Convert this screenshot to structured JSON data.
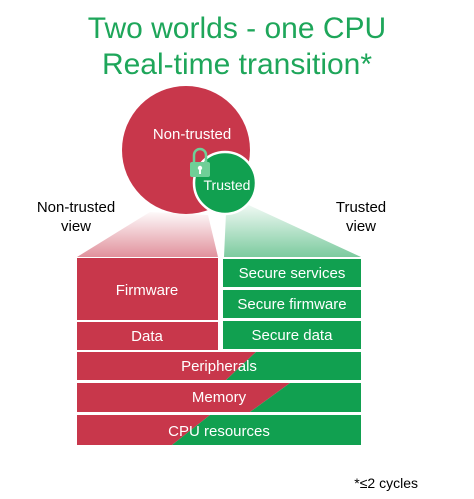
{
  "title": {
    "line1": "Two worlds - one CPU",
    "line2": "Real-time transition*"
  },
  "circles": {
    "non_trusted": "Non-trusted",
    "trusted": "Trusted"
  },
  "views": {
    "non_trusted": [
      "Non-trusted",
      "view"
    ],
    "trusted": [
      "Trusted",
      "view"
    ]
  },
  "non_trusted_boxes": [
    "Firmware",
    "Data"
  ],
  "trusted_boxes": [
    "Secure services",
    "Secure firmware",
    "Secure data"
  ],
  "shared_rows": [
    "Peripherals",
    "Memory",
    "CPU resources"
  ],
  "footnote": "*≤2 cycles",
  "colors": {
    "non_trusted": "#c8374b",
    "trusted": "#11a050",
    "title": "#1ea65a",
    "lock": "#6fcf97"
  },
  "icons": {
    "lock": "lock-icon"
  }
}
